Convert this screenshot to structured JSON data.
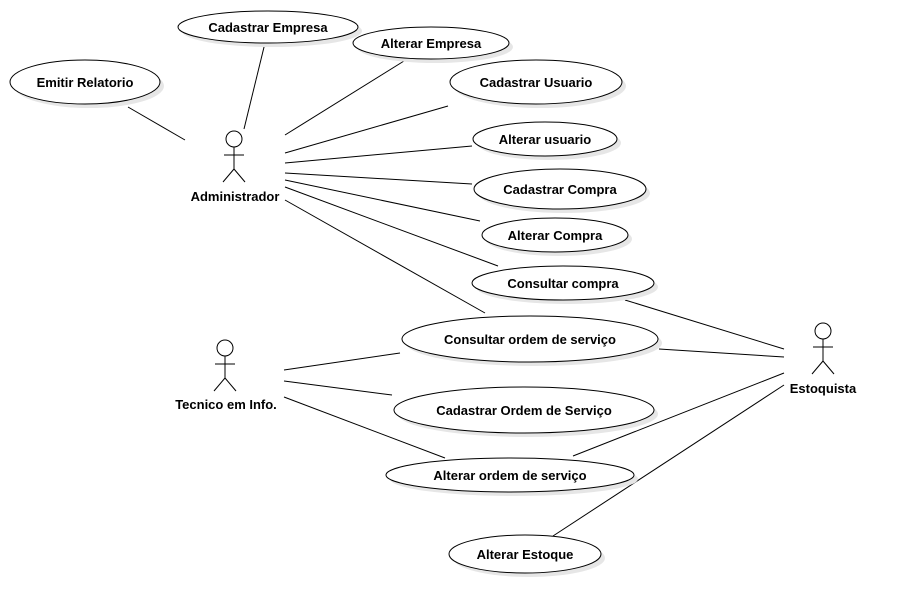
{
  "actors": [
    {
      "id": "admin",
      "label": "Administrador",
      "icon": "stick-figure-icon"
    },
    {
      "id": "tecnico",
      "label": "Tecnico em Info.",
      "icon": "stick-figure-icon"
    },
    {
      "id": "estoquista",
      "label": "Estoquista",
      "icon": "stick-figure-icon"
    }
  ],
  "use_cases": [
    {
      "id": "cadastrar-empresa",
      "label": "Cadastrar Empresa"
    },
    {
      "id": "alterar-empresa",
      "label": "Alterar Empresa"
    },
    {
      "id": "emitir-relatorio",
      "label": "Emitir Relatorio"
    },
    {
      "id": "cadastrar-usuario",
      "label": "Cadastrar Usuario"
    },
    {
      "id": "alterar-usuario",
      "label": "Alterar usuario"
    },
    {
      "id": "cadastrar-compra",
      "label": "Cadastrar Compra"
    },
    {
      "id": "alterar-compra",
      "label": "Alterar Compra"
    },
    {
      "id": "consultar-compra",
      "label": "Consultar compra"
    },
    {
      "id": "consultar-ordem",
      "label": "Consultar ordem de serviço"
    },
    {
      "id": "cadastrar-ordem",
      "label": "Cadastrar Ordem de Serviço"
    },
    {
      "id": "alterar-ordem",
      "label": "Alterar ordem de serviço"
    },
    {
      "id": "alterar-estoque",
      "label": "Alterar Estoque"
    }
  ],
  "associations": [
    {
      "from": "admin",
      "to": "emitir-relatorio"
    },
    {
      "from": "admin",
      "to": "cadastrar-empresa"
    },
    {
      "from": "admin",
      "to": "alterar-empresa"
    },
    {
      "from": "admin",
      "to": "cadastrar-usuario"
    },
    {
      "from": "admin",
      "to": "alterar-usuario"
    },
    {
      "from": "admin",
      "to": "cadastrar-compra"
    },
    {
      "from": "admin",
      "to": "alterar-compra"
    },
    {
      "from": "admin",
      "to": "consultar-compra"
    },
    {
      "from": "admin",
      "to": "consultar-ordem"
    },
    {
      "from": "tecnico",
      "to": "consultar-ordem"
    },
    {
      "from": "tecnico",
      "to": "cadastrar-ordem"
    },
    {
      "from": "tecnico",
      "to": "alterar-ordem"
    },
    {
      "from": "estoquista",
      "to": "consultar-compra"
    },
    {
      "from": "estoquista",
      "to": "consultar-ordem"
    },
    {
      "from": "estoquista",
      "to": "alterar-ordem"
    },
    {
      "from": "estoquista",
      "to": "alterar-estoque"
    }
  ]
}
